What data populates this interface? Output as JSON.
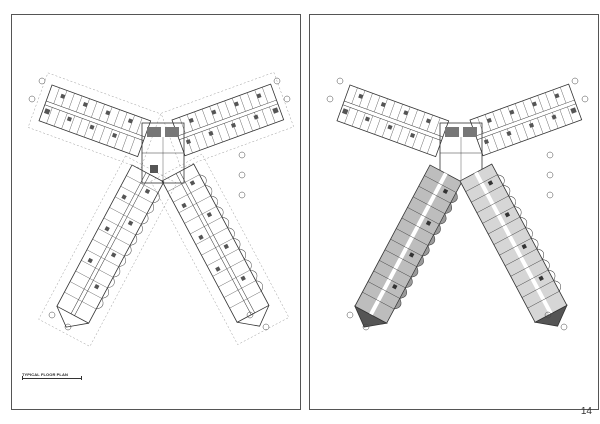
{
  "sheets": [
    {
      "id": "left",
      "caption": "TYPICAL FLOOR PLAN"
    },
    {
      "id": "right",
      "caption": ""
    }
  ],
  "page_number": "14",
  "colors": {
    "line": "#333333",
    "dark_fill": "#777777",
    "frame": "#555555"
  }
}
